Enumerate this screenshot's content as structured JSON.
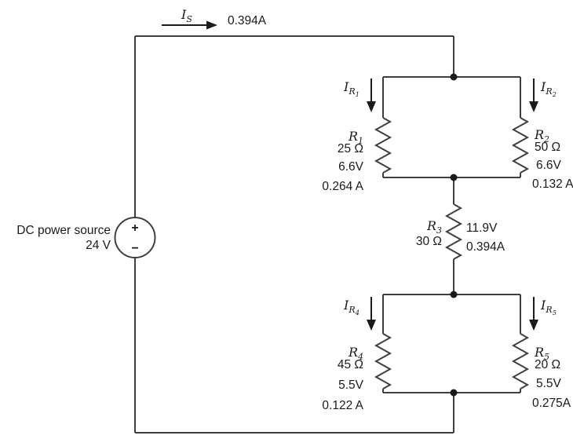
{
  "colors": {
    "wire": "#3f3f3f",
    "text": "#1a1a1a",
    "background": "#ffffff"
  },
  "source": {
    "label": "DC power source",
    "voltage": "24 V",
    "plus": "+",
    "minus": "−"
  },
  "supply_current": {
    "sym": "I",
    "sub": "S",
    "value": "0.394A"
  },
  "branch_currents": {
    "r1": {
      "sym": "I",
      "sub": "R",
      "subsub": "1"
    },
    "r2": {
      "sym": "I",
      "sub": "R",
      "subsub": "2"
    },
    "r4": {
      "sym": "I",
      "sub": "R",
      "subsub": "4"
    },
    "r5": {
      "sym": "I",
      "sub": "R",
      "subsub": "5"
    }
  },
  "resistors": [
    {
      "sym": "R",
      "sub": "1",
      "ohms": "25 Ω",
      "volts": "6.6V",
      "amps": "0.264 A"
    },
    {
      "sym": "R",
      "sub": "2",
      "ohms": "50 Ω",
      "volts": "6.6V",
      "amps": "0.132 A"
    },
    {
      "sym": "R",
      "sub": "3",
      "ohms": "30 Ω",
      "volts": "11.9V",
      "amps": "0.394A"
    },
    {
      "sym": "R",
      "sub": "4",
      "ohms": "45 Ω",
      "volts": "5.5V",
      "amps": "0.122 A"
    },
    {
      "sym": "R",
      "sub": "5",
      "ohms": "20 Ω",
      "volts": "5.5V",
      "amps": "0.275A"
    }
  ]
}
